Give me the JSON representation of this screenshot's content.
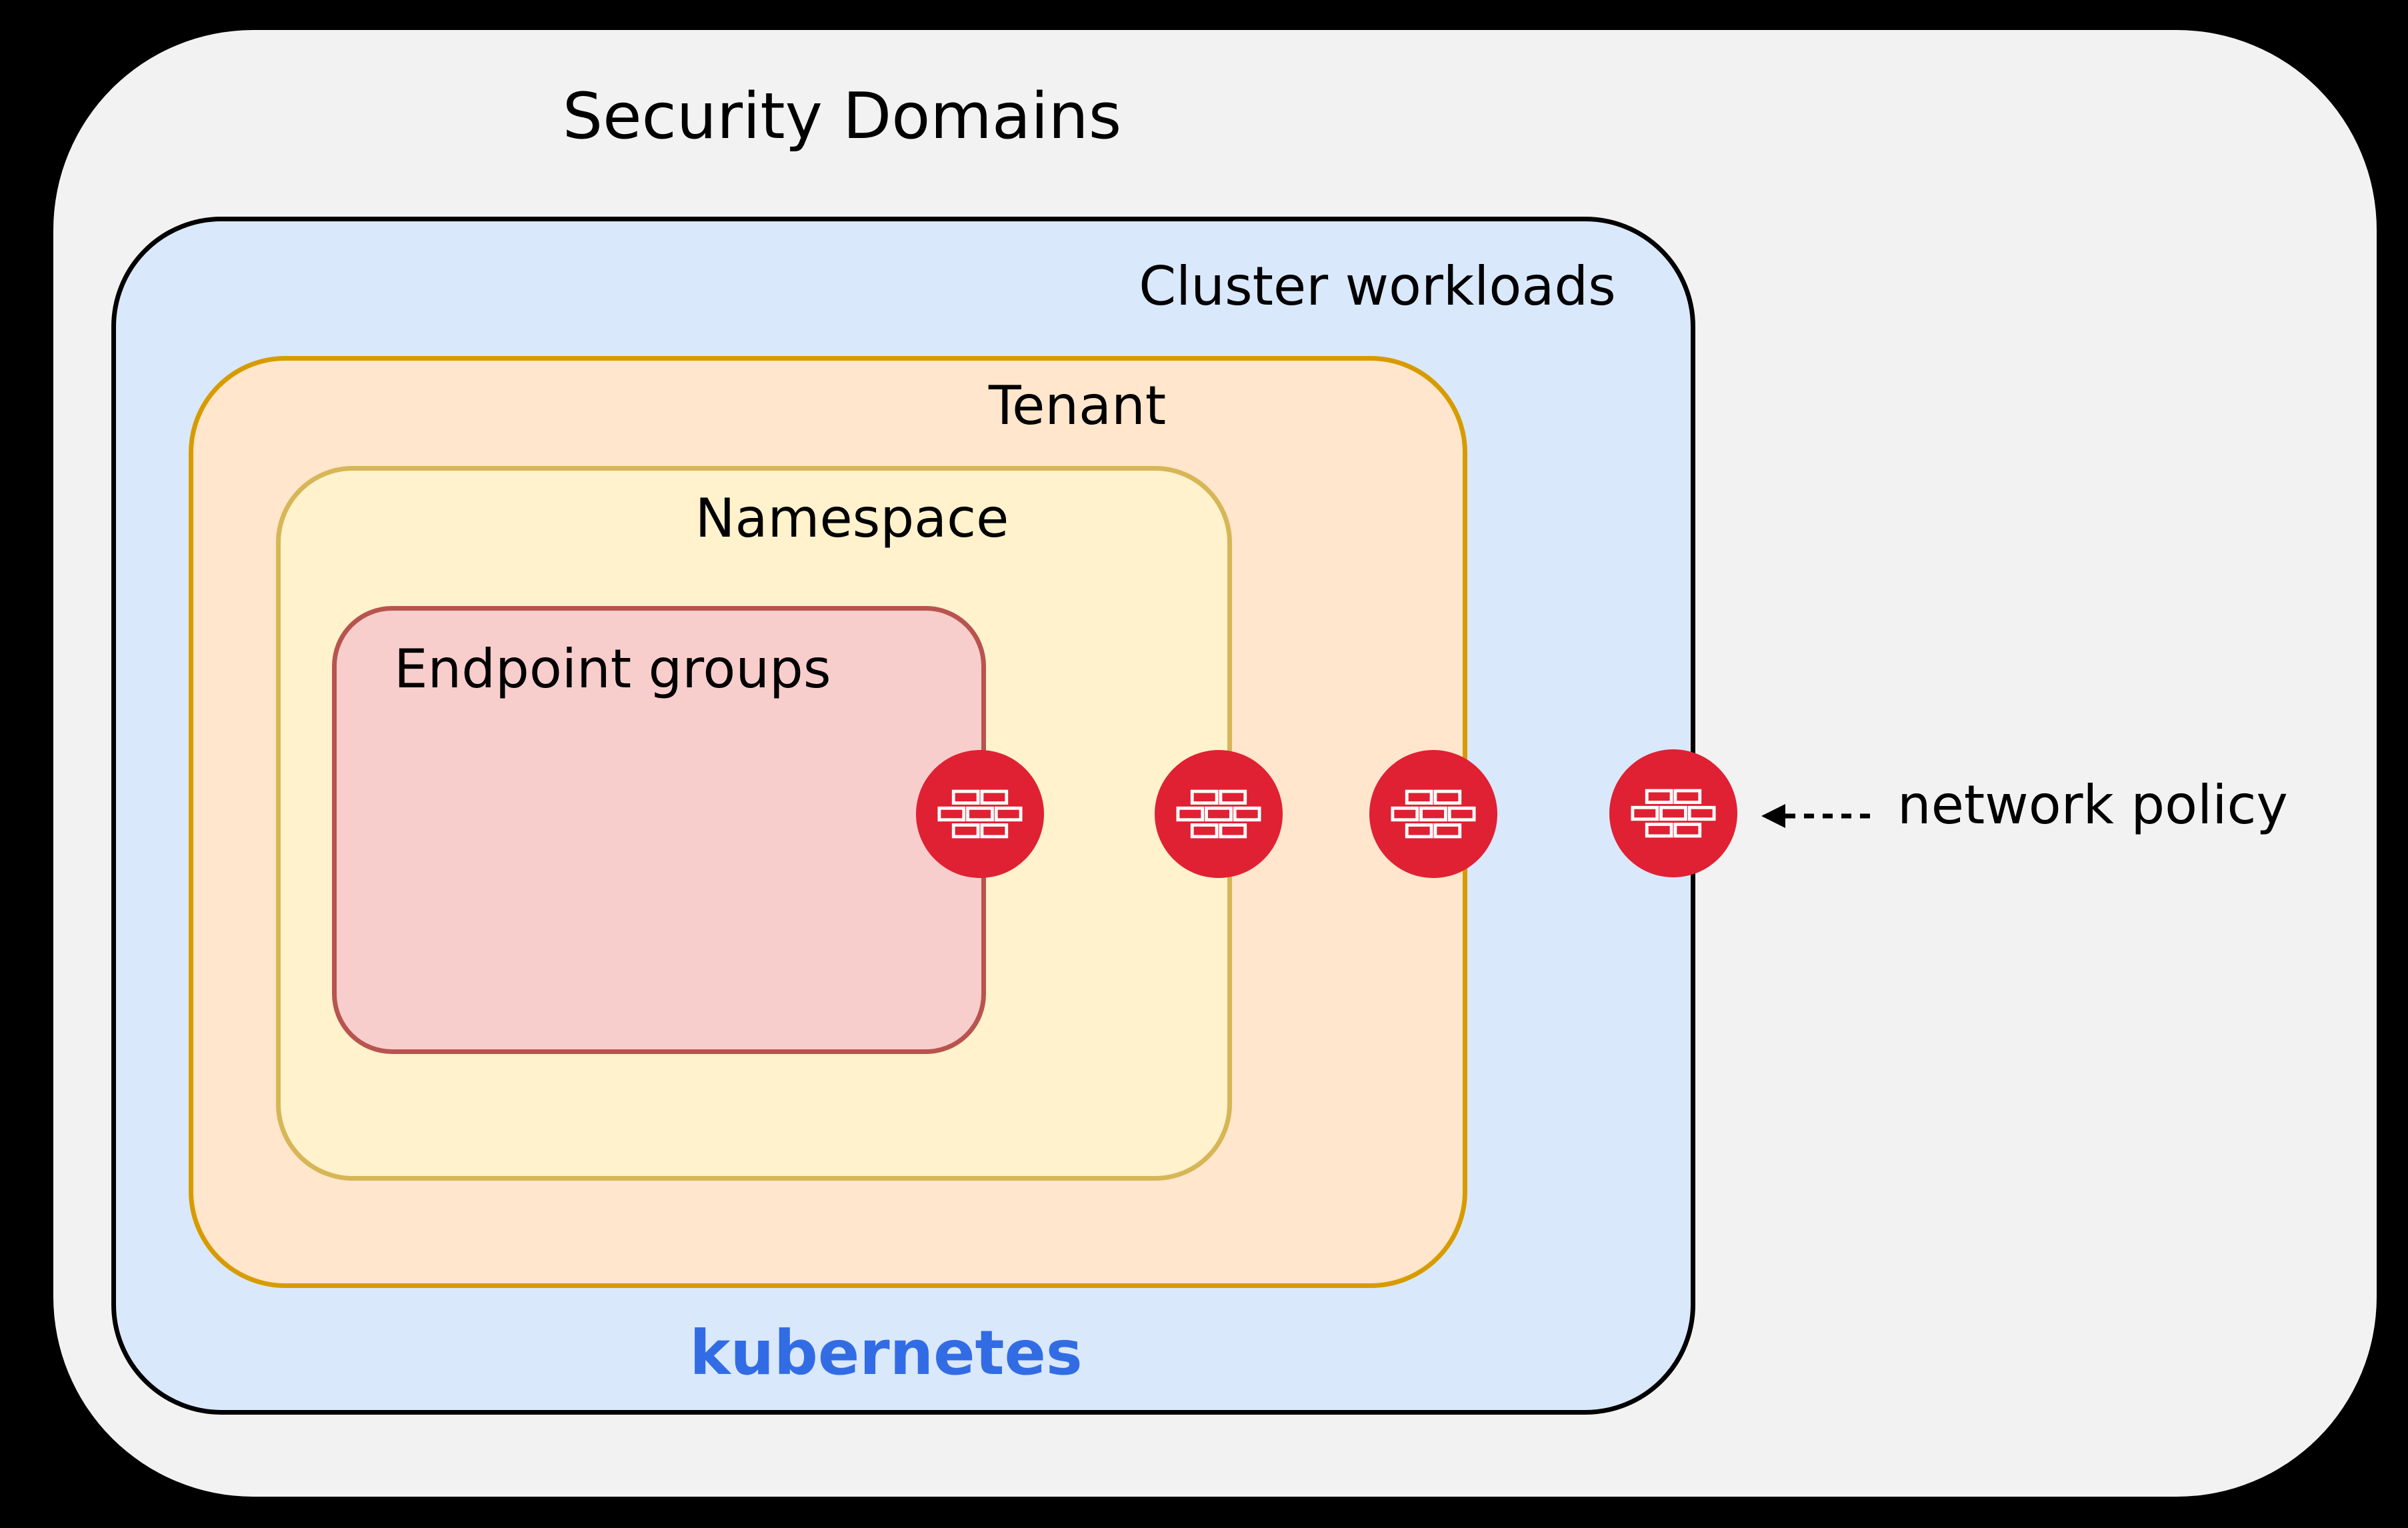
{
  "title": "Security Domains",
  "domains": [
    {
      "id": "cluster-workloads",
      "label": "Cluster workloads",
      "brand_label": "kubernetes",
      "fill": "#dae8fc",
      "border": "#000000",
      "brand_color": "#326ce5"
    },
    {
      "id": "tenant",
      "label": "Tenant",
      "fill": "#ffe6cc",
      "border": "#d79b00"
    },
    {
      "id": "namespace",
      "label": "Namespace",
      "fill": "#fff2cc",
      "border": "#d6b656"
    },
    {
      "id": "endpoint-groups",
      "label": "Endpoint groups",
      "fill": "#f8cecc",
      "border": "#b85450"
    }
  ],
  "firewalls": {
    "icon": "firewall-brick-icon",
    "count": 4,
    "color": "#df2133"
  },
  "annotation": {
    "label": "network policy",
    "arrow": "dashed-left-arrow"
  },
  "canvas": {
    "background": "#000000",
    "page_fill": "#f2f2f2"
  }
}
